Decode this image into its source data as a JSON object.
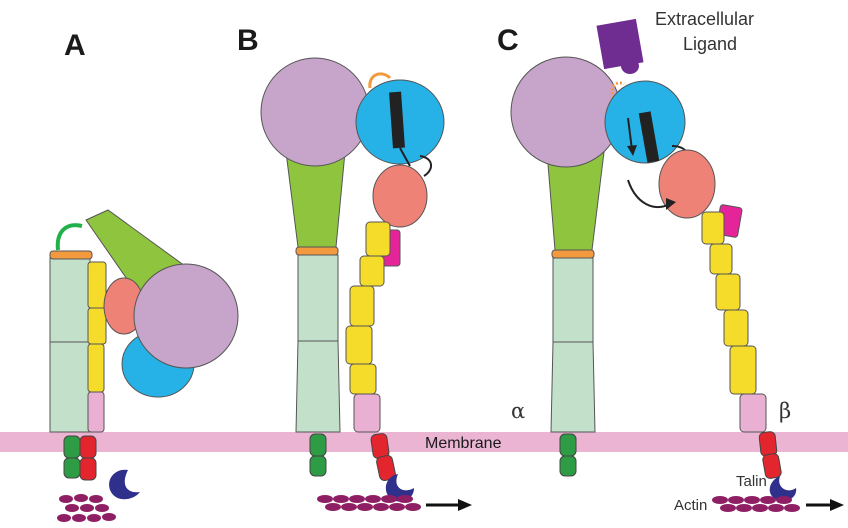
{
  "panels": {
    "a": "A",
    "b": "B",
    "c": "C"
  },
  "labels": {
    "membrane": "Membrane",
    "ligand_line1": "Extracellular",
    "ligand_line2": "Ligand",
    "alpha": "α",
    "beta": "β",
    "talin": "Talin",
    "actin": "Actin"
  },
  "colors": {
    "membrane": "#eab4d2",
    "alpha_leg": "#c3e0cb",
    "hybrid_green": "#8fc43f",
    "propeller": "#c7a4c9",
    "beta_i": "#26b2e6",
    "hybrid_salmon": "#ef8277",
    "egf_yellow": "#f6dc2a",
    "psi_magenta": "#e5249a",
    "beta_tail_pink": "#e9b0d3",
    "alpha_tail_green": "#2e9b45",
    "beta_tail_red": "#e3262d",
    "talin": "#2f2f8c",
    "actin": "#8f1f64",
    "ligand": "#6f2c91",
    "orange_ring": "#f39a3e"
  }
}
